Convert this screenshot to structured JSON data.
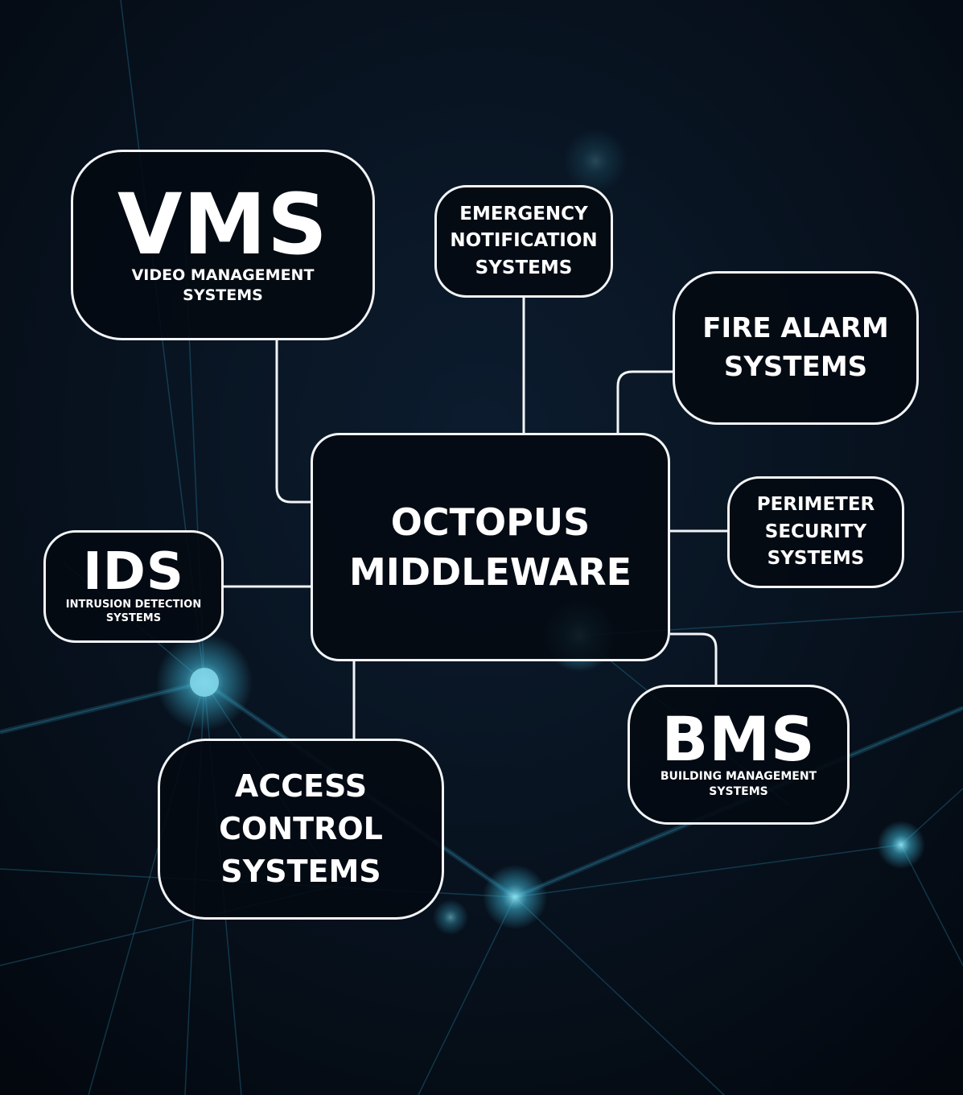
{
  "nodes": {
    "vms": {
      "acronym": "VMS",
      "line1": "VIDEO MANAGEMENT",
      "line2": "SYSTEMS"
    },
    "ens": {
      "line1": "EMERGENCY",
      "line2": "NOTIFICATION",
      "line3": "SYSTEMS"
    },
    "fire": {
      "line1": "FIRE ALARM",
      "line2": "SYSTEMS"
    },
    "center": {
      "line1": "OCTOPUS",
      "line2": "MIDDLEWARE"
    },
    "perimeter": {
      "line1": "PERIMETER",
      "line2": "SECURITY",
      "line3": "SYSTEMS"
    },
    "ids": {
      "acronym": "IDS",
      "line1": "INTRUSION DETECTION",
      "line2": "SYSTEMS"
    },
    "bms": {
      "acronym": "BMS",
      "line1": "BUILDING MANAGEMENT",
      "line2": "SYSTEMS"
    },
    "access": {
      "line1": "ACCESS",
      "line2": "CONTROL",
      "line3": "SYSTEMS"
    }
  },
  "colors": {
    "background": "#060e18",
    "node_border": "#f2f4f7",
    "text": "#ffffff",
    "network_glow": "#3fb6d6"
  }
}
